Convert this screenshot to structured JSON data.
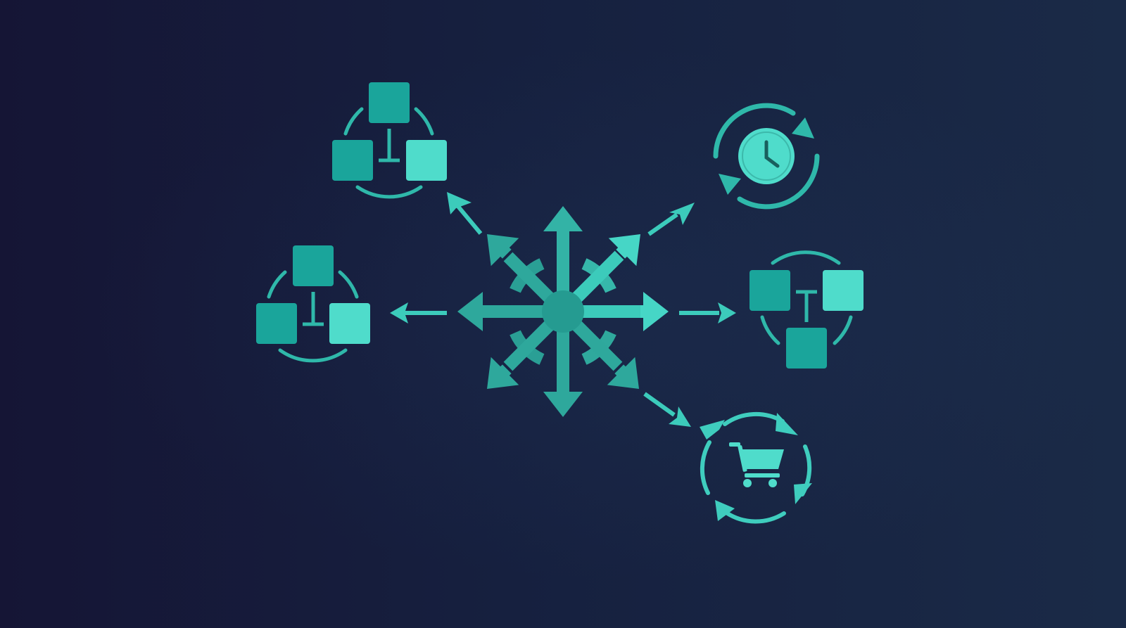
{
  "colors": {
    "background_left": "#151535",
    "background_right": "#1a2a47",
    "teal_dark": "#1aa89c",
    "teal_light": "#4fdccb",
    "teal_mid": "#2fc2b3"
  },
  "diagram": {
    "hub_icon": "radial-arrows-hub-icon",
    "nodes": [
      {
        "id": "top-left",
        "icon": "three-block-network-icon"
      },
      {
        "id": "mid-left",
        "icon": "three-block-network-icon"
      },
      {
        "id": "top-right",
        "icon": "clock-refresh-icon"
      },
      {
        "id": "mid-right",
        "icon": "three-block-network-icon"
      },
      {
        "id": "bottom-right",
        "icon": "shopping-cart-cycle-icon"
      }
    ]
  }
}
